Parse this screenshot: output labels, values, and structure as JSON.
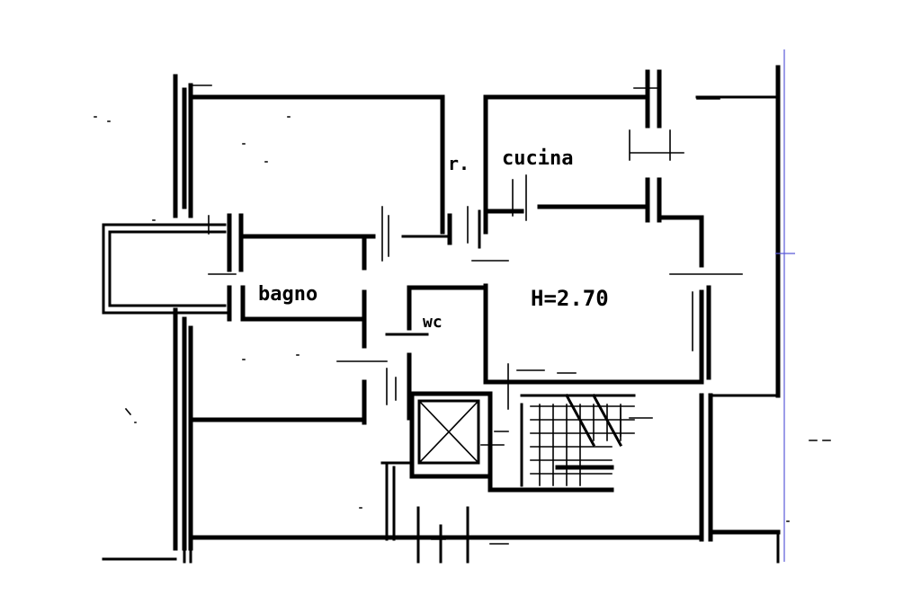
{
  "rooms": {
    "ripostiglio": "r.",
    "cucina": "cucina",
    "bagno": "bagno",
    "wc": "wc",
    "height": "H=2.70"
  },
  "colors": {
    "ink": "#000000",
    "edge_line": "#5a5ad8",
    "background": "#ffffff"
  }
}
